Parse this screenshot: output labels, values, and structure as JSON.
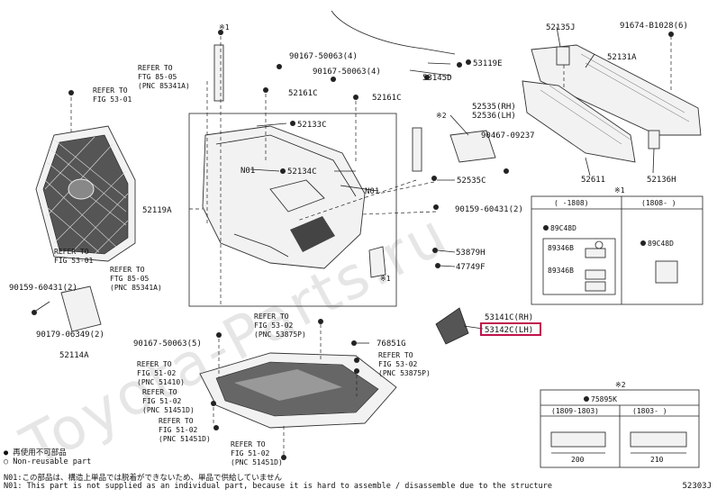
{
  "watermark": "Toyota-Parts.ru",
  "parts": {
    "p52135J": "52135J",
    "p91674": "91674-B1028(6)",
    "p52131A": "52131A",
    "p52611": "52611",
    "p52136H": "52136H",
    "p53119E": "53119E",
    "p53145D": "53145D",
    "p90167a": "90167-50063(4)",
    "p90167b": "90167-50063(4)",
    "p52161C_a": "52161C",
    "p52161C_b": "52161C",
    "p52133C": "52133C",
    "p52134C": "52134C",
    "n01a": "N01",
    "n01b": "N01",
    "p52535rh": "52535(RH)",
    "p52536lh": "52536(LH)",
    "p90467": "90467-09237",
    "p52535C": "52535C",
    "p90159a": "90159-60431(2)",
    "p52119A": "52119A",
    "p53879H": "53879H",
    "p47749F": "47749F",
    "p90159b": "90159-60431(2)",
    "p90179": "90179-06349(2)",
    "p52114A": "52114A",
    "p90167c": "90167-50063(5)",
    "p76851G": "76851G",
    "p53141C": "53141C(RH)",
    "p53142C": "53142C(LH)",
    "p75895K": "75895K"
  },
  "refs": {
    "r1": [
      "REFER TO",
      "FIG 53-01"
    ],
    "r2": [
      "REFER TO",
      "FIG 53-01"
    ],
    "r3": [
      "REFER TO",
      "FTG 85-05",
      "(PNC 85341A)"
    ],
    "r4": [
      "REFER TO",
      "FTG 85-05",
      "(PNC 85341A)"
    ],
    "r5": [
      "REFER TO",
      "FIG 53-02",
      "(PNC 53875P)"
    ],
    "r6": [
      "REFER TO",
      "FIG 53-02",
      "(PNC 53875P)"
    ],
    "r7": [
      "REFER TO",
      "FIG 51-02",
      "(PNC 51410)"
    ],
    "r8": [
      "REFER TO",
      "FIG 51-02",
      "(PNC 51451D)"
    ],
    "r9": [
      "REFER TO",
      "FIG 51-02",
      "(PNC 51451D)"
    ],
    "r10": [
      "REFER TO",
      "FIG 51-02",
      "(PNC 51451D)"
    ]
  },
  "inset1": {
    "mark": "※1",
    "col1": "( -1808)",
    "col2": "(1808- )",
    "p89C48D_a": "89C48D",
    "p89346B_a": "89346B",
    "p89346B_b": "89346B",
    "p89C48D_b": "89C48D"
  },
  "inset2": {
    "mark": "※2",
    "part": "75895K",
    "col1": "(1809-1803)",
    "col2": "(1803- )",
    "dim1": "200",
    "dim2": "210"
  },
  "marks": {
    "m1": "※2",
    "m2": "※1",
    "m3": "※1",
    "m4": "※1"
  },
  "legend": {
    "jp": "● 再使用不可部品",
    "en": "○ Non-reusable part"
  },
  "notes": {
    "jp": "N01:この部品は、構造上単品では脱着ができないため、単品で供給していません",
    "en": "N01: This part is not supplied as an individual part, because it is hard to assemble / disassemble due to the structure"
  },
  "code": "52303J",
  "colors": {
    "highlight": "#c0144c"
  }
}
